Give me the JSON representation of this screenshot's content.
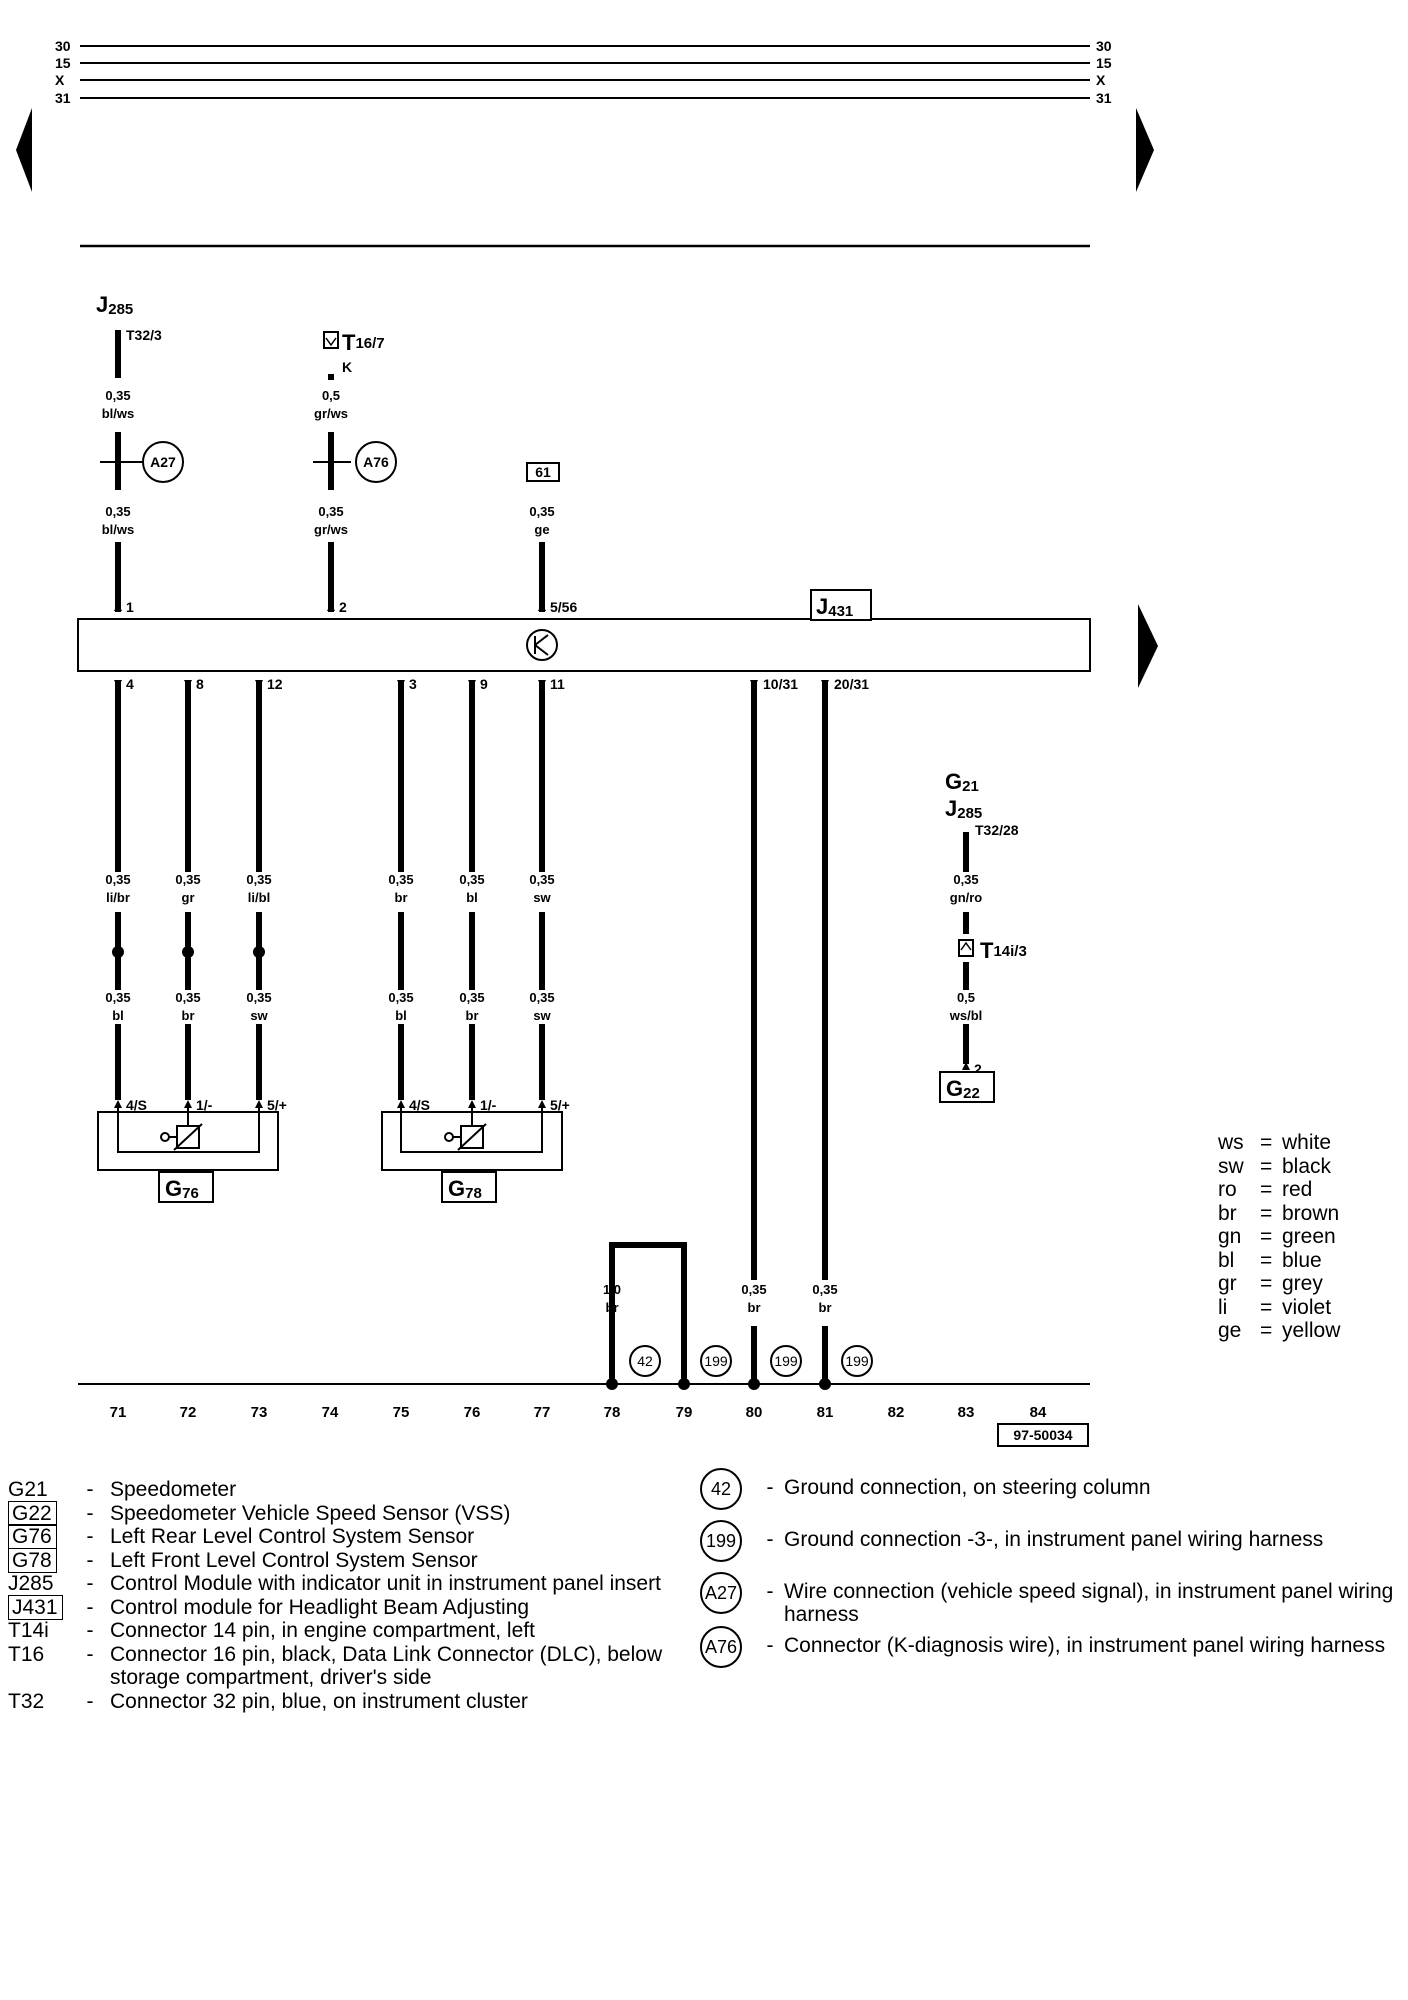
{
  "rails": {
    "left": [
      "30",
      "15",
      "X",
      "31"
    ],
    "right": [
      "30",
      "15",
      "X",
      "31"
    ]
  },
  "components": {
    "j285_top": {
      "letter": "J",
      "sub": "285",
      "pin": "T32/3"
    },
    "t16": {
      "letter": "T",
      "sub": "16/7",
      "extra": "K"
    },
    "ref61": "61",
    "j431": {
      "letter": "J",
      "sub": "431"
    },
    "g21": {
      "letter": "G",
      "sub": "21"
    },
    "j285_right": {
      "letter": "J",
      "sub": "285",
      "pin": "T32/28"
    },
    "t14i": {
      "letter": "T",
      "sub": "14i/3"
    },
    "g22": {
      "letter": "G",
      "sub": "22",
      "pin": "2"
    },
    "g76": {
      "letter": "G",
      "sub": "76"
    },
    "g78": {
      "letter": "G",
      "sub": "78"
    }
  },
  "connectors": {
    "a27": "A27",
    "a76": "A76"
  },
  "module_pins": {
    "top": [
      "1",
      "2",
      "5/56"
    ],
    "bottom": [
      "4",
      "8",
      "12",
      "3",
      "9",
      "11",
      "10/31",
      "20/31"
    ]
  },
  "sensor_pins": {
    "g76": [
      "4/S",
      "1/-",
      "5/+"
    ],
    "g78": [
      "4/S",
      "1/-",
      "5/+"
    ]
  },
  "wire_labels": {
    "w1_upper": [
      "0,35",
      "bl/ws"
    ],
    "w1_lower": [
      "0,35",
      "bl/ws"
    ],
    "w2_upper": [
      "0,5",
      "gr/ws"
    ],
    "w2_lower": [
      "0,35",
      "gr/ws"
    ],
    "w3": [
      "0,35",
      "ge"
    ],
    "c71_upper": [
      "0,35",
      "li/br"
    ],
    "c71_lower": [
      "0,35",
      "bl"
    ],
    "c72_upper": [
      "0,35",
      "gr"
    ],
    "c72_lower": [
      "0,35",
      "br"
    ],
    "c73_upper": [
      "0,35",
      "li/bl"
    ],
    "c73_lower": [
      "0,35",
      "sw"
    ],
    "c75_upper": [
      "0,35",
      "br"
    ],
    "c75_lower": [
      "0,35",
      "bl"
    ],
    "c76_upper": [
      "0,35",
      "bl"
    ],
    "c76_lower": [
      "0,35",
      "br"
    ],
    "c77_upper": [
      "0,35",
      "sw"
    ],
    "c77_lower": [
      "0,35",
      "sw"
    ],
    "g21_upper": [
      "0,35",
      "gn/ro"
    ],
    "g21_lower": [
      "0,5",
      "ws/bl"
    ],
    "c78": [
      "1,0",
      "br"
    ],
    "c80": [
      "0,35",
      "br"
    ],
    "c81": [
      "0,35",
      "br"
    ]
  },
  "grounds_on_diagram": [
    "42",
    "199",
    "199",
    "199"
  ],
  "column_numbers": [
    "71",
    "72",
    "73",
    "74",
    "75",
    "76",
    "77",
    "78",
    "79",
    "80",
    "81",
    "82",
    "83",
    "84"
  ],
  "ref_code": "97-50034",
  "legend": [
    {
      "code": "G21",
      "boxed": false,
      "desc": "Speedometer"
    },
    {
      "code": "G22",
      "boxed": true,
      "desc": "Speedometer Vehicle Speed Sensor (VSS)"
    },
    {
      "code": "G76",
      "boxed": true,
      "desc": "Left Rear Level Control System Sensor"
    },
    {
      "code": "G78",
      "boxed": true,
      "desc": "Left Front Level Control System Sensor"
    },
    {
      "code": "J285",
      "boxed": false,
      "desc": "Control Module with indicator unit in instrument panel insert"
    },
    {
      "code": "J431",
      "boxed": true,
      "desc": "Control module for Headlight Beam Adjusting"
    },
    {
      "code": "T14i",
      "boxed": false,
      "desc": "Connector 14 pin, in engine compartment, left"
    },
    {
      "code": "T16",
      "boxed": false,
      "desc": "Connector 16 pin, black, Data Link Connector (DLC), below storage compartment, driver's side"
    },
    {
      "code": "T32",
      "boxed": false,
      "desc": "Connector 32 pin, blue, on instrument cluster"
    }
  ],
  "ground_legend": [
    {
      "code": "42",
      "desc": "Ground connection, on steering column"
    },
    {
      "code": "199",
      "desc": "Ground connection -3-, in instrument panel wiring harness"
    },
    {
      "code": "A27",
      "desc": "Wire connection (vehicle speed signal), in instrument panel wiring harness"
    },
    {
      "code": "A76",
      "desc": "Connector (K-diagnosis wire), in instrument panel wiring harness"
    }
  ],
  "color_key": [
    {
      "code": "ws",
      "name": "white"
    },
    {
      "code": "sw",
      "name": "black"
    },
    {
      "code": "ro",
      "name": "red"
    },
    {
      "code": "br",
      "name": "brown"
    },
    {
      "code": "gn",
      "name": "green"
    },
    {
      "code": "bl",
      "name": "blue"
    },
    {
      "code": "gr",
      "name": "grey"
    },
    {
      "code": "li",
      "name": "violet"
    },
    {
      "code": "ge",
      "name": "yellow"
    }
  ]
}
